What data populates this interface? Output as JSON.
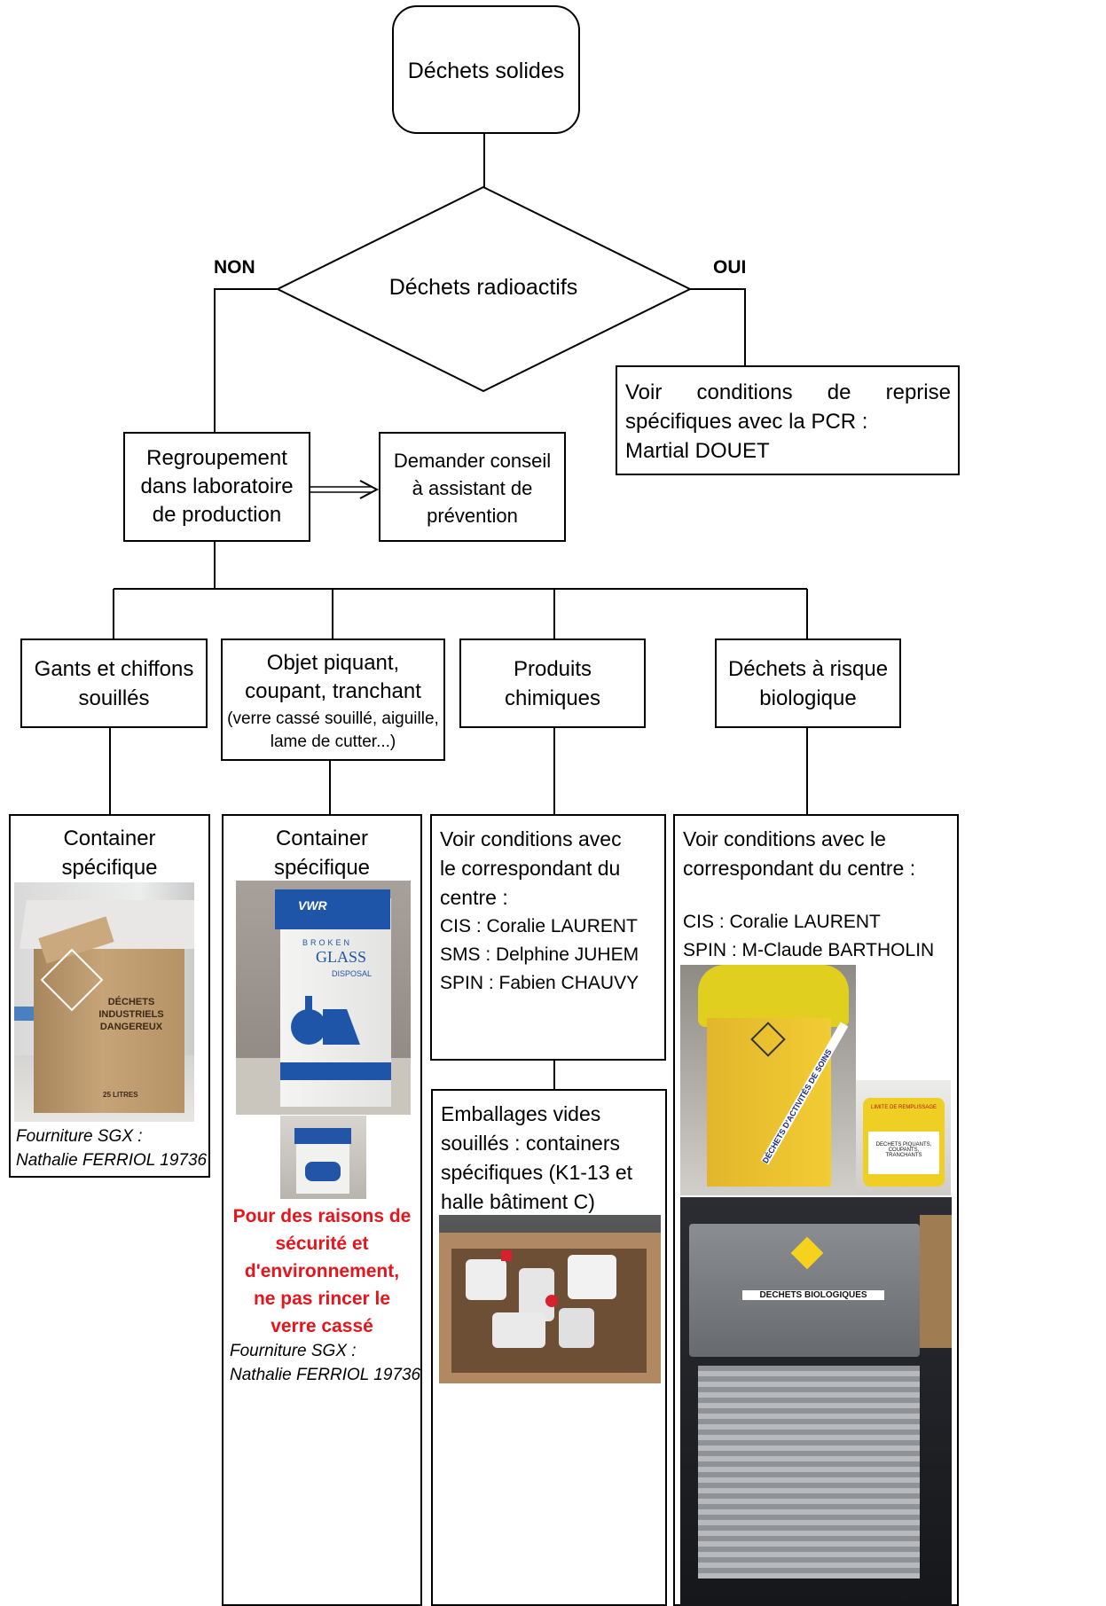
{
  "start": {
    "label": "Déchets solides"
  },
  "decision": {
    "label": "Déchets radioactifs",
    "no_label": "NON",
    "yes_label": "OUI"
  },
  "radio_box": {
    "lines": [
      "Voir",
      "conditions",
      "de",
      "reprise",
      "spécifiques avec la PCR :",
      "Martial DOUET"
    ]
  },
  "regroup_box": {
    "lines": [
      "Regroupement",
      "dans laboratoire",
      "de production"
    ]
  },
  "advice_box": {
    "lines": [
      "Demander conseil",
      "à assistant de",
      "prévention"
    ]
  },
  "categories": [
    {
      "lines": [
        "Gants et chiffons",
        "souillés"
      ]
    },
    {
      "lines": [
        "Objet piquant,",
        "coupant, tranchant"
      ],
      "sub": [
        "(verre cassé souillé, aiguille,",
        "lame de cutter...)"
      ]
    },
    {
      "lines": [
        "Produits",
        "chimiques"
      ]
    },
    {
      "lines": [
        "Déchets à risque",
        "biologique"
      ]
    }
  ],
  "gloves": {
    "title": [
      "Container",
      "spécifique"
    ],
    "photo_label": "DÉCHETS INDUSTRIELS DANGEREUX",
    "photo_sub": "25 LITRES",
    "supply": [
      "Fourniture SGX :",
      "Nathalie FERRIOL 19736"
    ]
  },
  "sharps": {
    "title": [
      "Container",
      "spécifique"
    ],
    "photo_brand": "VWR",
    "photo_label1": "BROKEN",
    "photo_label2": "GLASS",
    "photo_label3": "DISPOSAL",
    "warning": [
      "Pour des raisons de",
      "sécurité et",
      "d'environnement,",
      "ne pas rincer le",
      "verre cassé"
    ],
    "warning_color": "#e8141b",
    "supply": [
      "Fourniture SGX :",
      "Nathalie FERRIOL 19736"
    ]
  },
  "chem": {
    "lines": [
      "Voir conditions avec",
      "le correspondant du",
      "centre :",
      "CIS : Coralie LAURENT",
      "SMS : Delphine JUHEM",
      "SPIN : Fabien CHAUVY"
    ]
  },
  "empty": {
    "lines": [
      "Emballages vides",
      "souillés : containers",
      "spécifiques (K1-13 et",
      "halle bâtiment C)"
    ]
  },
  "bio": {
    "lines": [
      "Voir conditions avec le",
      "correspondant du centre :"
    ],
    "contacts": [
      "CIS : Coralie LAURENT",
      "SPIN : M-Claude BARTHOLIN"
    ],
    "photo_label1": "DÉCHETS D'ACTIVITÉS DE SOINS",
    "photo_label2": "LIMITE DE REMPLISSAGE",
    "photo_label3": "DECHETS PIQUANTS, COUPANTS, TRANCHANTS",
    "photo_label4": "DECHETS BIOLOGIQUES"
  }
}
